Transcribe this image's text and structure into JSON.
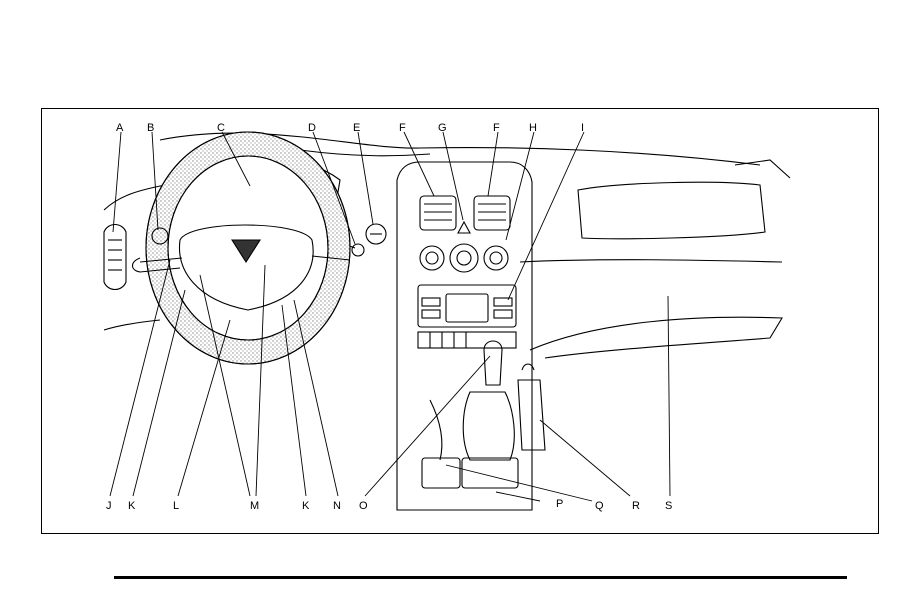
{
  "figure": {
    "callouts_top": [
      "A",
      "B",
      "C",
      "D",
      "E",
      "F",
      "G",
      "F",
      "H",
      "I"
    ],
    "callouts_bottom": [
      "J",
      "K",
      "L",
      "M",
      "K",
      "N",
      "O",
      "P",
      "Q",
      "R",
      "S"
    ]
  },
  "colors": {
    "ink": "#000000",
    "paper": "#ffffff",
    "stipple": "#9a9a9a"
  }
}
